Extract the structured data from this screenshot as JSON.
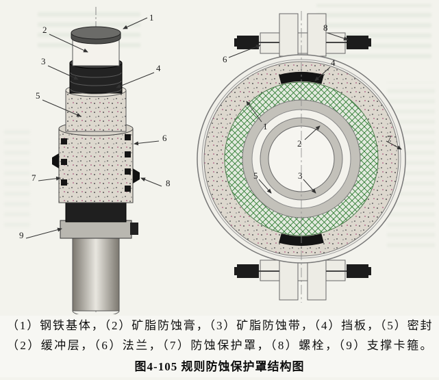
{
  "caption": {
    "line1": "（1）钢铁基体，（2）矿脂防蚀膏，（3）矿脂防蚀带，（4）挡板，（5）密封",
    "line2": "（2）缓冲层，（6）法兰，（7）防蚀保护罩，（8）螺栓，（9）支撑卡箍。",
    "title": "图4-105 规则防蚀保护罩结构图"
  },
  "left_diagram": {
    "labels": [
      "1",
      "2",
      "3",
      "4",
      "5",
      "6",
      "7",
      "8",
      "9"
    ]
  },
  "right_diagram": {
    "labels": [
      "8",
      "6",
      "4",
      "1",
      "2",
      "7",
      "5",
      "3"
    ]
  },
  "colors": {
    "page_bg": "#f3f3ed",
    "hatch_green": "#2e7d32",
    "speckle_pink": "#a8537b",
    "ink": "#1a1a1a",
    "metal_gray": "#c3c1ba"
  }
}
